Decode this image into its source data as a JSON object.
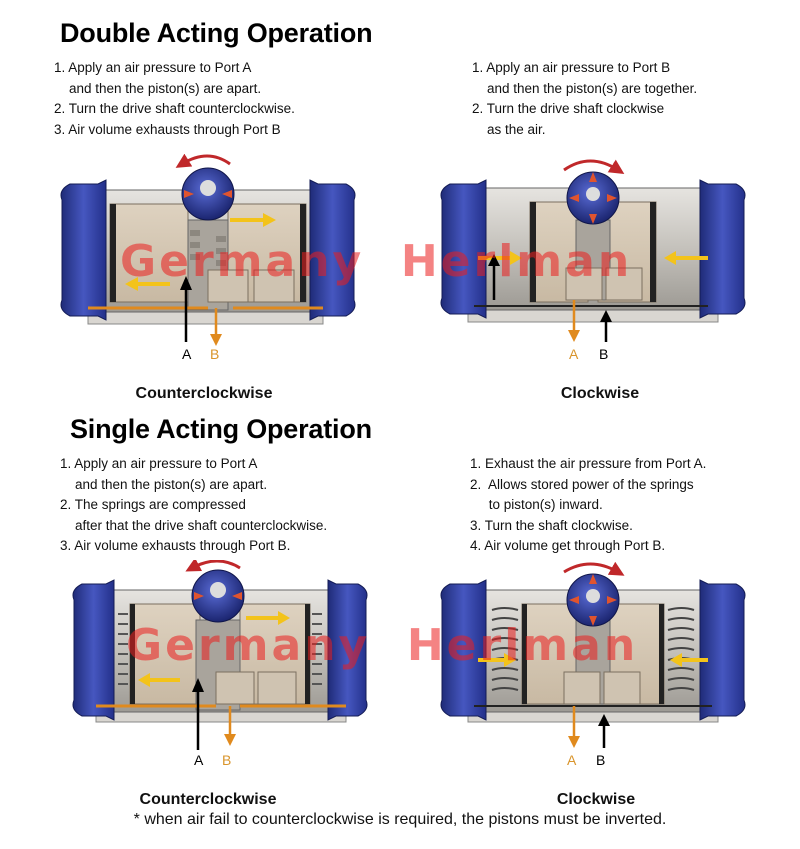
{
  "double_acting": {
    "title": "Double Acting Operation",
    "left_steps": [
      "1. Apply an air pressure to Port A",
      "    and then the piston(s) are apart.",
      "2. Turn the drive shaft counterclockwise.",
      "3. Air volume exhausts through Port B"
    ],
    "right_steps": [
      "1. Apply an air pressure to Port B",
      "    and then the piston(s) are together.",
      "2. Turn the drive shaft clockwise",
      "    as the air."
    ],
    "left_caption": "Counterclockwise",
    "right_caption": "Clockwise"
  },
  "single_acting": {
    "title": "Single Acting Operation",
    "left_steps": [
      "1. Apply an air pressure to Port A",
      "    and then the piston(s) are apart.",
      "2. The springs are compressed",
      "    after that the drive shaft counterclockwise.",
      "3. Air volume exhausts through Port B."
    ],
    "right_steps": [
      "1. Exhaust the air pressure from Port A.",
      "2.  Allows stored power of the springs",
      "     to piston(s) inward.",
      "3. Turn the shaft clockwise.",
      "4. Air volume get through Port B."
    ],
    "left_caption": "Counterclockwise",
    "right_caption": "Clockwise"
  },
  "ports": {
    "a": "A",
    "b": "B"
  },
  "watermark": "Germany  Herlman",
  "footnote": "* when air fail to counterclockwise is required, the pistons must be inverted.",
  "colors": {
    "end_cap_blue": "#2f3f9c",
    "body_gray": "#b8b6b2",
    "piston_beige": "#d6c8b4",
    "arrow_yellow": "#f3c31a",
    "arrow_orange": "#e08a1e",
    "rotation_red": "#c0282a",
    "watermark_red": "#eb1e1e"
  },
  "icons": [
    "rotation-arrow-icon",
    "pinion-knob-icon",
    "spring-icon",
    "piston-arrow-icon",
    "port-arrow-icon"
  ]
}
